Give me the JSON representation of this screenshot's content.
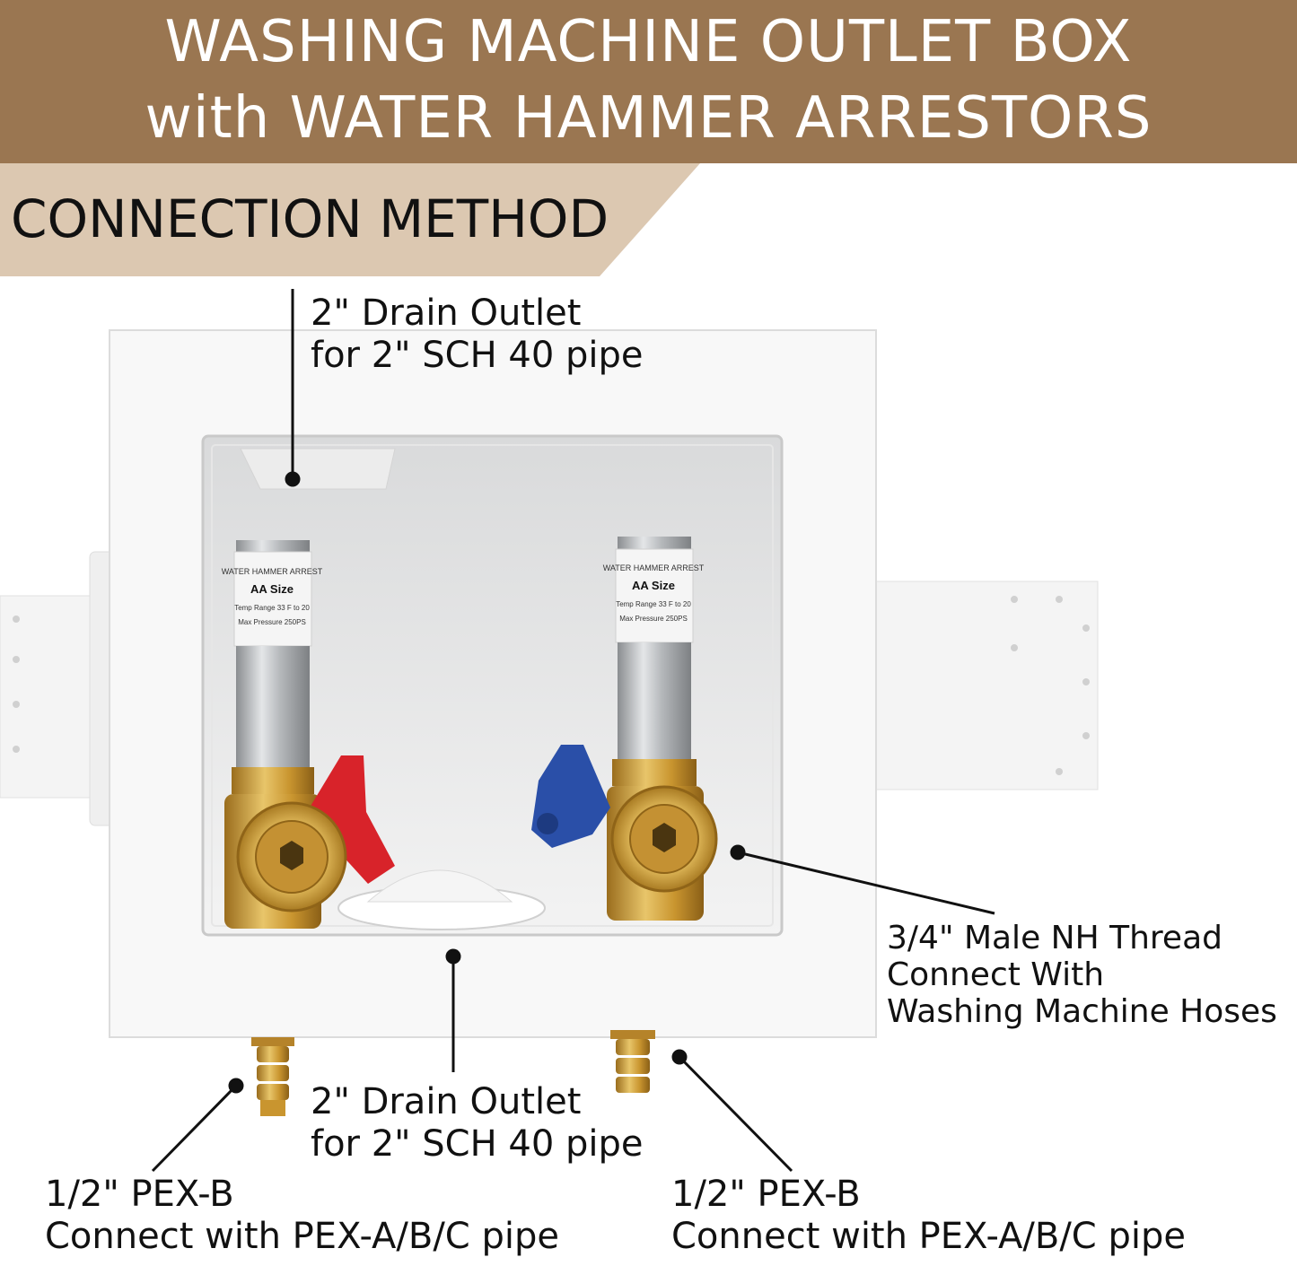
{
  "banner": {
    "line1": "WASHING MACHINE OUTLET BOX",
    "line2": "with WATER HAMMER ARRESTORS",
    "color": "#9a7651"
  },
  "section_tag": {
    "label": "CONNECTION METHOD",
    "color": "#dcc8b1"
  },
  "arrestor_label": {
    "line1": "WATER HAMMER ARREST",
    "line2": "AA Size",
    "line3": "Temp Range 33 F to 20",
    "line4": "Max Pressure 250PS"
  },
  "callouts": {
    "drain_top": {
      "line1": "2\" Drain Outlet",
      "line2": "for 2\" SCH 40 pipe"
    },
    "drain_bottom": {
      "line1": "2\" Drain Outlet",
      "line2": "for 2\" SCH 40 pipe"
    },
    "thread": {
      "line1": "3/4\" Male NH Thread",
      "line2": "Connect With",
      "line3": "Washing Machine Hoses"
    },
    "pex_left": {
      "line1": "1/2\" PEX-B",
      "line2": "Connect with PEX-A/B/C pipe"
    },
    "pex_right": {
      "line1": "1/2\" PEX-B",
      "line2": "Connect with PEX-A/B/C pipe"
    }
  },
  "handle_colors": {
    "hot": "#d8232a",
    "cold": "#2a4fa8"
  }
}
